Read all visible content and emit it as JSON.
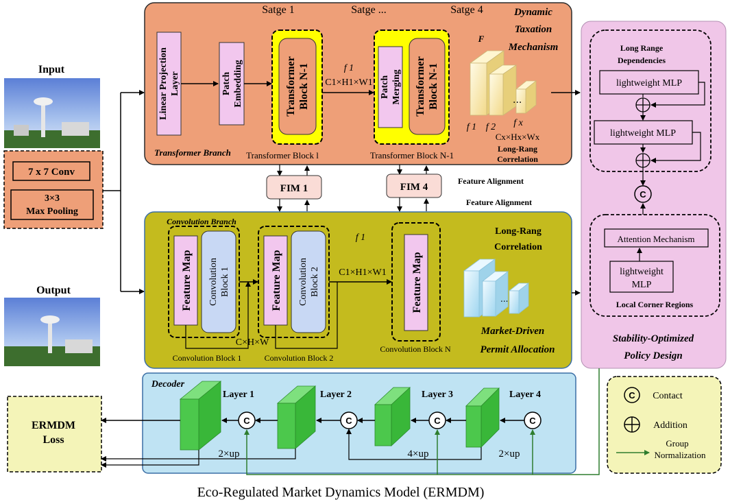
{
  "caption": "Eco-Regulated Market Dynamics Model (ERMDM)",
  "input": {
    "label": "Input",
    "conv": "7 x 7 Conv",
    "pool_line1": "3×3",
    "pool_line2": "Max Pooling"
  },
  "output": {
    "label": "Output"
  },
  "transformer": {
    "title_line1": "Dynamic",
    "title_line2": "Taxation",
    "title_line3": "Mechanism",
    "stage1": "Satge 1",
    "stage_mid": "Satge ...",
    "stage4": "Satge 4",
    "branch_label": "Transformer Branch",
    "linear_line1": "Linear Projection",
    "linear_line2": "Layer",
    "patch_emb_line1": "Patch",
    "patch_emb_line2": "Embedding",
    "tblock_line1": "Transformer",
    "tblock_line2": "Block N-1",
    "patch_merge_line1": "Patch",
    "patch_merge_line2": "Merging",
    "f1_symbol": "f 1",
    "f1_dims": "C1×H1×W1",
    "block_l_label": "Transformer Block l",
    "block_n1_label": "Transformer Block N-1",
    "F_label": "F",
    "f_labels": [
      "f 1",
      "f 2",
      "f x"
    ],
    "fx_dims": "Cx×Hx×Wx",
    "corr_line1": "Long-Rang",
    "corr_line2": "Correlation"
  },
  "fim": {
    "fim1": "FIM 1",
    "fim4": "FIM 4",
    "align1": "Feature Alignment",
    "align2": "Feature Alignment"
  },
  "convolution": {
    "branch_label": "Convolution Branch",
    "feature_map": "Feature Map",
    "conv_block1_line1": "Convolution",
    "conv_block1_line2": "Block 1",
    "conv_block2_line1": "Convolution",
    "conv_block2_line2": "Block 2",
    "chw": "C×H×W",
    "f1_symbol": "f 1",
    "f1_dims": "C1×H1×W1",
    "label_block1": "Convolution Block 1",
    "label_block2": "Convolution Block 2",
    "label_blockN": "Convolution Block N",
    "corr_line1": "Long-Rang",
    "corr_line2": "Correlation",
    "title_line1": "Market-Driven",
    "title_line2": "Permit Allocation"
  },
  "stability": {
    "long_range_line1": "Long Range",
    "long_range_line2": "Dependencies",
    "mlp": "lightweight MLP",
    "attention": "Attention Mechanism",
    "mlp_small_line1": "lightweight",
    "mlp_small_line2": "MLP",
    "local_corner": "Local Corner Regions",
    "title_line1": "Stability-Optimized",
    "title_line2": "Policy Design"
  },
  "decoder": {
    "label": "Decoder",
    "layers": [
      "Layer 1",
      "Layer 2",
      "Layer 3",
      "Layer 4"
    ],
    "up_labels": [
      "2×up",
      "4×up",
      "2×up"
    ]
  },
  "loss": {
    "line1": "ERMDM",
    "line2": "Loss"
  },
  "legend": {
    "contact": "Contact",
    "addition": "Addition",
    "group_line1": "Group",
    "group_line2": "Normalization"
  },
  "colors": {
    "transformer_bg": "#ee9f78",
    "conv_bg": "#c4bb1e",
    "stability_bg": "#f0c6e8",
    "decoder_bg": "#bfe3f3",
    "yellow_highlight": "#ffff00",
    "pink_block": "#f2c7ee",
    "blue_block": "#c8d8f4",
    "green_line": "#2e7d2e"
  }
}
